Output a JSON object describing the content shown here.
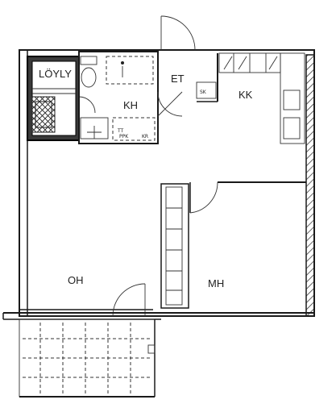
{
  "plan": {
    "rooms": {
      "sauna": "LÖYLY",
      "bathroom": "KH",
      "entrance": "ET",
      "kitchen": "KK",
      "living": "OH",
      "bedroom": "MH"
    },
    "fixtures": {
      "closet": "SK",
      "washer": "PPK",
      "dryer": "KR",
      "heater_mark": "TT"
    },
    "colors": {
      "ink": "#1a1a1a",
      "background": "#ffffff"
    }
  }
}
